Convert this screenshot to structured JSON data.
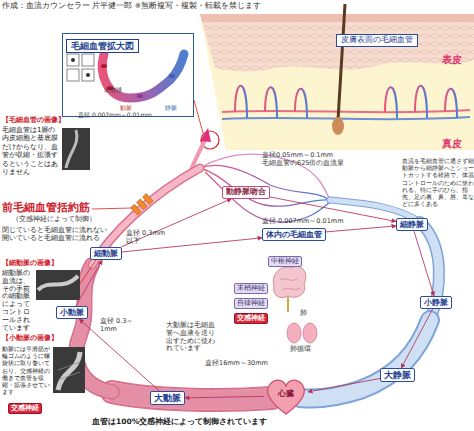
{
  "diagram": {
    "nodes": [
      {
        "text": [
          "毛細血管拡大図"
        ]
      },
      {
        "text": [
          "皮膚表面の毛細血管"
        ]
      },
      {
        "text": [
          "動静脈吻合"
        ]
      },
      {
        "text": [
          "細動脈"
        ]
      },
      {
        "text": [
          "体内の毛細血管"
        ]
      },
      {
        "text": [
          "細静脈"
        ]
      },
      {
        "text": [
          "小動脈"
        ]
      },
      {
        "text": [
          "中枢神経"
        ]
      },
      {
        "text": [
          "末梢神経"
        ]
      },
      {
        "text": [
          "自律神経"
        ]
      },
      {
        "text": [
          "交感神経"
        ]
      },
      {
        "text": [
          "小静脈"
        ]
      },
      {
        "text": [
          "大動脈"
        ]
      },
      {
        "text": [
          "大静脈"
        ]
      },
      {
        "text": [
          "心臓"
        ]
      },
      {
        "text": [
          "交感神経"
        ]
      }
    ],
    "edges": [
      {
        "from": 14,
        "to": 12,
        "arrow": "to"
      },
      {
        "from": 12,
        "to": 6,
        "arrow": "to"
      },
      {
        "from": 6,
        "to": 3,
        "arrow": "to"
      },
      {
        "from": 3,
        "to": 4,
        "arrow": "to"
      },
      {
        "from": 3,
        "to": 2,
        "arrow": "to"
      },
      {
        "from": 2,
        "to": 5,
        "arrow": "to"
      },
      {
        "from": 4,
        "to": 5,
        "arrow": "to"
      },
      {
        "from": 5,
        "to": 11,
        "arrow": "to"
      },
      {
        "from": 11,
        "to": 13,
        "arrow": "to"
      },
      {
        "from": 13,
        "to": 14,
        "arrow": "to"
      }
    ],
    "labels": [
      "作成：血流カウンセラー 片平健一郎 ※無断複写・複製・転載を禁じます",
      "赤血球",
      "動脈",
      "静脈",
      "直径 0.007mm～0.01mm",
      "表皮",
      "真皮",
      "【毛細血管の画像】",
      "毛細血管は1層の内皮細胞と基底膜だけからなり、血管が収縮・拡張するということはありません",
      "前毛細血管括約筋",
      "（交感神経によって制御）",
      "閉じていると毛細血管に流れない開いていると毛細血管に流れる",
      "【細動脈の画像】",
      "細動脈の血流は、その手前の細動脈によってコントロールされています",
      "【小動脈の画像】",
      "動脈には平滑筋が輪ゴムのように螺旋状に取り巻いており、交感神経の働きで血管を収縮・拡張させています",
      "直径 0.3mm以下",
      "直径 0.3～1mm",
      "大動脈は毛細血管へ血液を送り出すために使われています",
      "直径16mm～30mm",
      "直径0.05mm～0.1mm",
      "毛細血管の625倍の血流量",
      "直径 0.007mm～0.01mm",
      "血流を毛細血管に通さず細動脈から細静脈へとショートカットする経路で、体温コントロールのために使われる。特に手のひら、指先、足の裏、鼻、唇、耳などに多くある",
      "肺",
      "肺循環",
      "血管は100%交感神経によって制御されています"
    ]
  }
}
